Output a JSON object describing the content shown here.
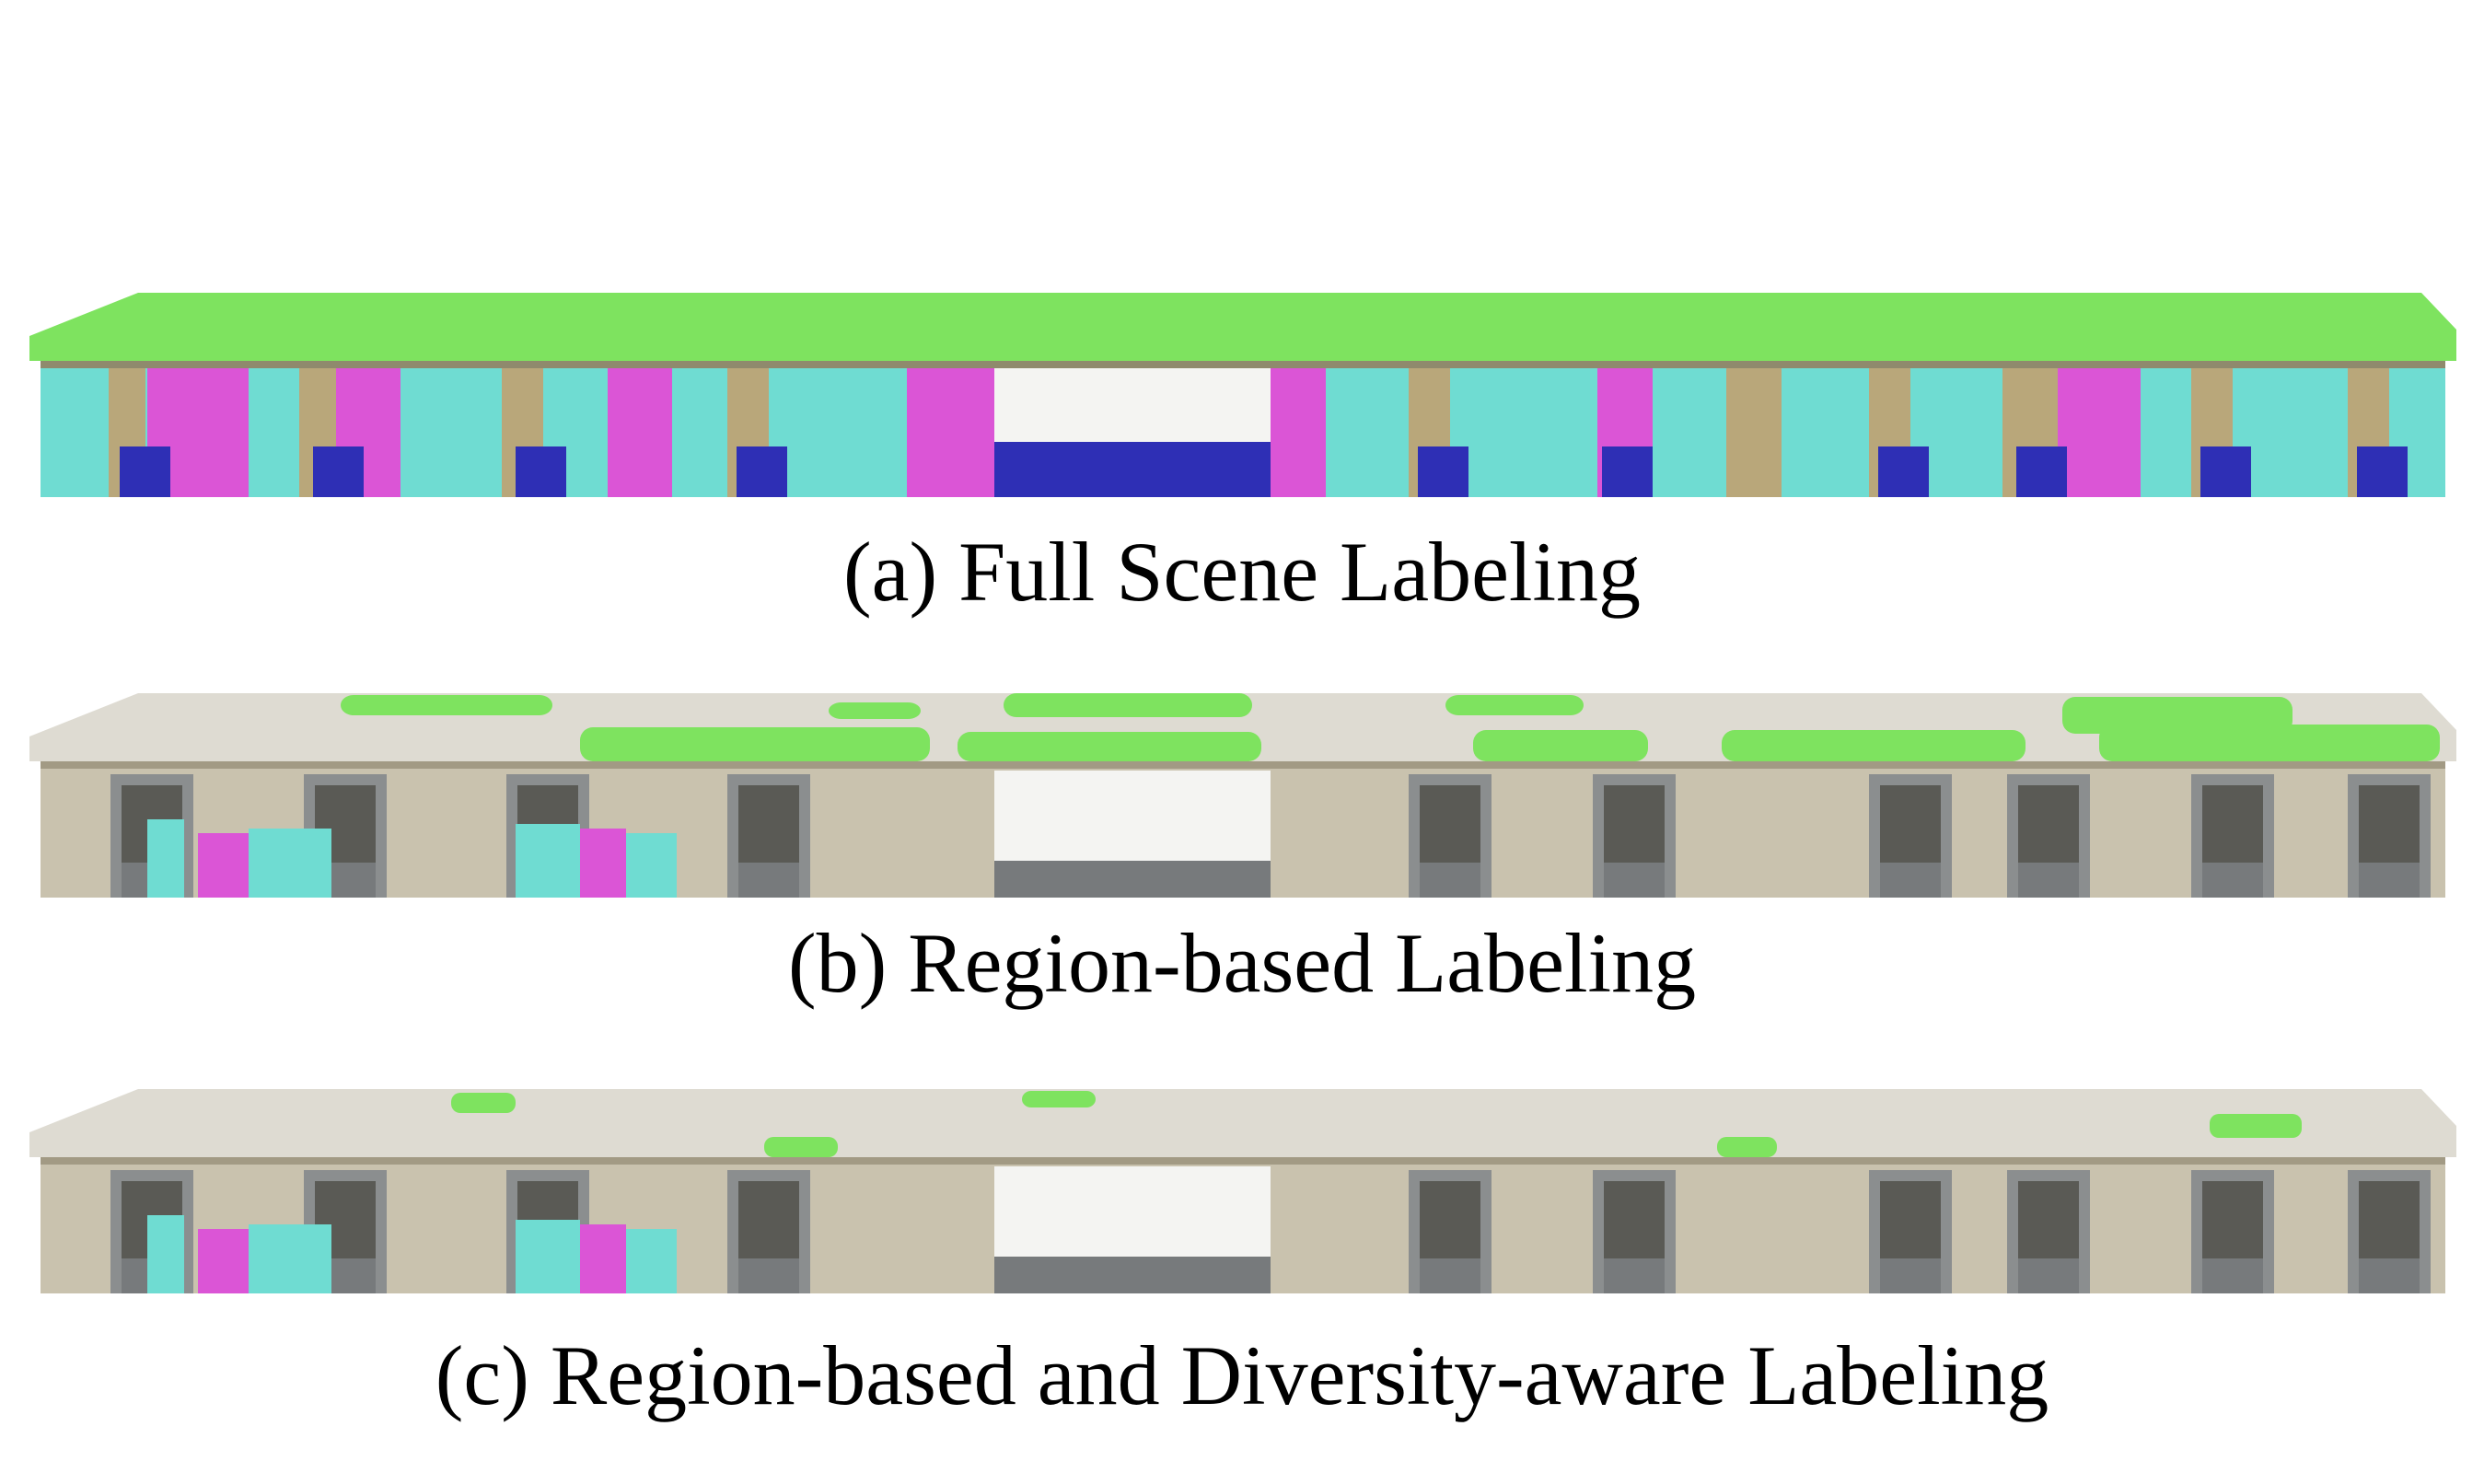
{
  "figure": {
    "panels": [
      {
        "id": "a",
        "caption": "(a) Full Scene Labeling",
        "labeling": "full"
      },
      {
        "id": "b",
        "caption": "(b) Region-based Labeling",
        "labeling": "region"
      },
      {
        "id": "c",
        "caption": "(c) Region-based and Diversity-aware Labeling",
        "labeling": "diverse"
      }
    ],
    "colors": {
      "ceiling_label": "#7ee35f",
      "wall_label": "#6fdcd2",
      "door_label": "#db55d6",
      "floor_label": "#2e2fb5",
      "frame": "#b9a77a",
      "wall_texture": "#c9c2ae",
      "ceiling_texture": "#dedbd2",
      "door_opening": "#5a5a55",
      "doorway_floor": "#777a7c"
    }
  }
}
